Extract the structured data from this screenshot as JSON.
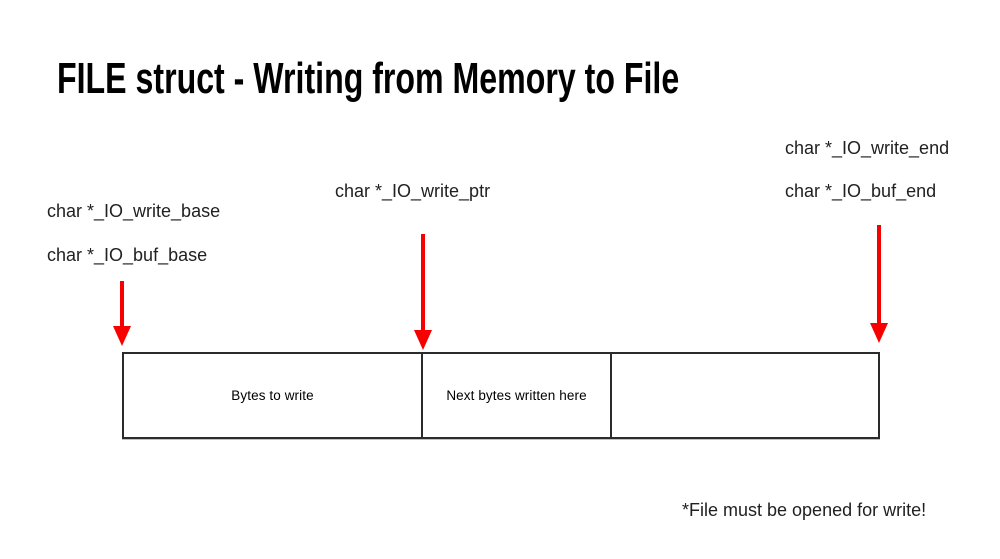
{
  "title": "FILE struct - Writing from Memory to File",
  "colors": {
    "arrow": "#f80000",
    "border": "#2b2b2b",
    "text": "#212121",
    "title": "#000000"
  },
  "pointers": {
    "write_base_group": {
      "line1": "char *_IO_write_base",
      "line2": "char *_IO_buf_base"
    },
    "write_ptr_group": {
      "line1": "char *_IO_write_ptr"
    },
    "write_end_group": {
      "line1": "char *_IO_write_end",
      "line2": "char *_IO_buf_end"
    }
  },
  "buffer": {
    "sections": [
      {
        "label": "Bytes to write"
      },
      {
        "label": "Next bytes written here"
      },
      {
        "label": ""
      }
    ]
  },
  "footnote": "*File must be opened for write!"
}
